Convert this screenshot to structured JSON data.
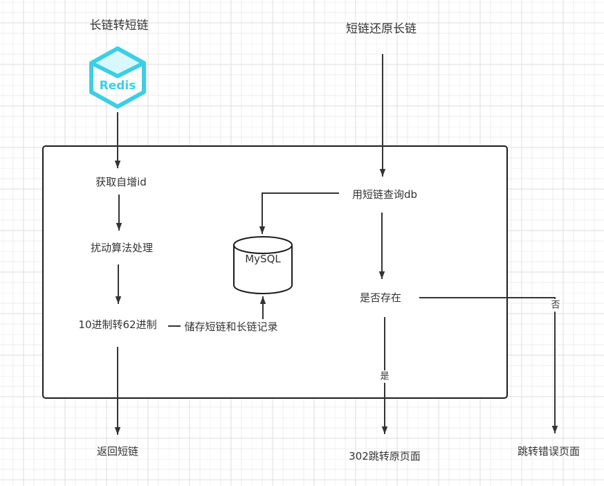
{
  "colors": {
    "line": "#333333",
    "box_border": "#1c1c1c",
    "redis_cyan": "#3ccfe4",
    "redis_face": "#d8f8fd"
  },
  "titles": {
    "long_to_short": "长链转短链",
    "short_to_long": "短链还原长链"
  },
  "redis": {
    "label": "Redis"
  },
  "left_flow": {
    "steps": [
      "获取自增id",
      "扰动算法处理",
      "10进制转62进制",
      "返回短链"
    ],
    "store_label": "储存短链和长链记录"
  },
  "database": {
    "label": "MySQL"
  },
  "right_flow": {
    "query": "用短链查询db",
    "decision": "是否存在",
    "yes_label": "是",
    "no_label": "否",
    "yes_target": "302跳转原页面",
    "no_target": "跳转错误页面"
  }
}
